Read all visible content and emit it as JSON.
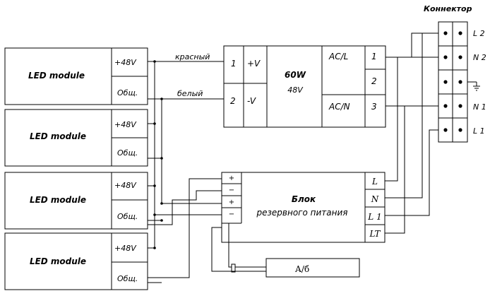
{
  "led_modules": [
    {
      "label": "LED module",
      "plus": "+48V",
      "common": "Общ."
    },
    {
      "label": "LED module",
      "plus": "+48V",
      "common": "Общ."
    },
    {
      "label": "LED module",
      "plus": "+48V",
      "common": "Общ."
    },
    {
      "label": "LED module",
      "plus": "+48V",
      "common": "Общ."
    }
  ],
  "wire_labels": {
    "red": "красный",
    "white": "белый"
  },
  "psu": {
    "power": "60W",
    "voltage": "48V",
    "out_pins": [
      "1",
      "2"
    ],
    "out_labels": [
      "+V",
      "-V"
    ],
    "in_labels": [
      "AC/L",
      "AC/N"
    ],
    "in_pins": [
      "1",
      "2",
      "3"
    ]
  },
  "connector": {
    "title": "Коннектор",
    "labels": [
      "L 2",
      "N 2",
      "",
      "N 1",
      "L 1"
    ]
  },
  "backup": {
    "title": "Блок",
    "subtitle": "резервного питания",
    "left_pins": [
      "+",
      "−",
      "+",
      "−"
    ],
    "right_pins": [
      "L",
      "N",
      "L 1",
      "LT"
    ]
  },
  "battery": {
    "label": "А/б"
  }
}
